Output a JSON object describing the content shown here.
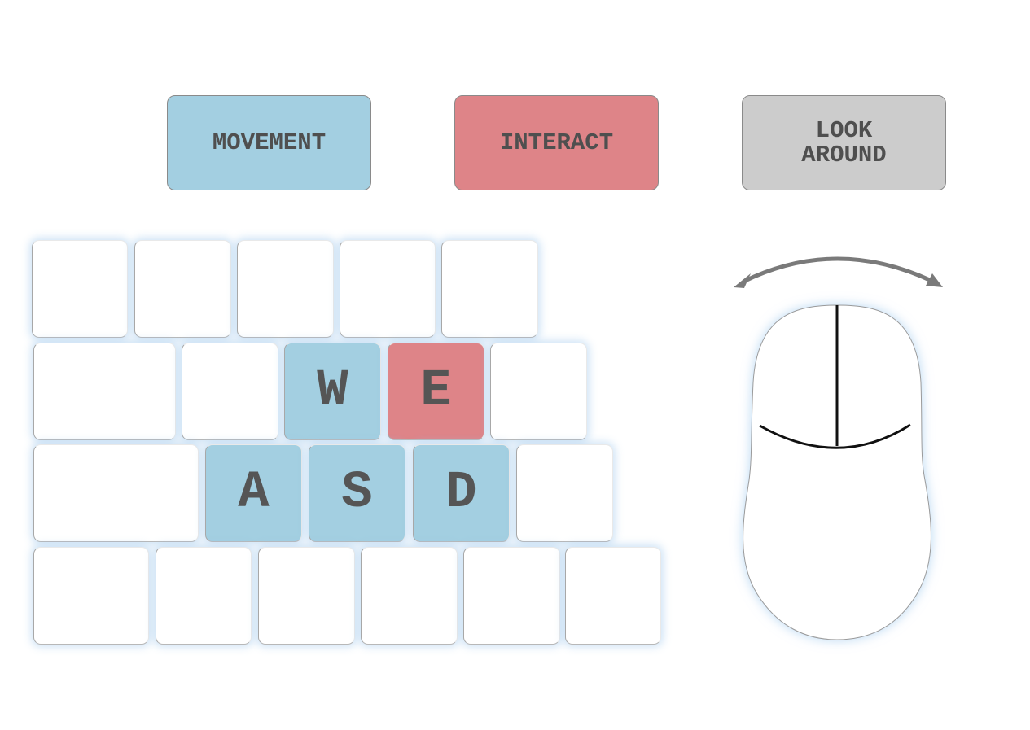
{
  "legend": {
    "movement": {
      "label": "MOVEMENT",
      "color": "#a3cfe1"
    },
    "interact": {
      "label": "INTERACT",
      "color": "#de8488"
    },
    "look_around": {
      "line1": "LOOK",
      "line2": "AROUND",
      "color": "#cccccc"
    }
  },
  "keyboard": {
    "key_w": "W",
    "key_e": "E",
    "key_a": "A",
    "key_s": "S",
    "key_d": "D"
  },
  "icons": {
    "mouse": "computer-mouse-icon",
    "arrow": "curved-double-arrow-icon"
  }
}
